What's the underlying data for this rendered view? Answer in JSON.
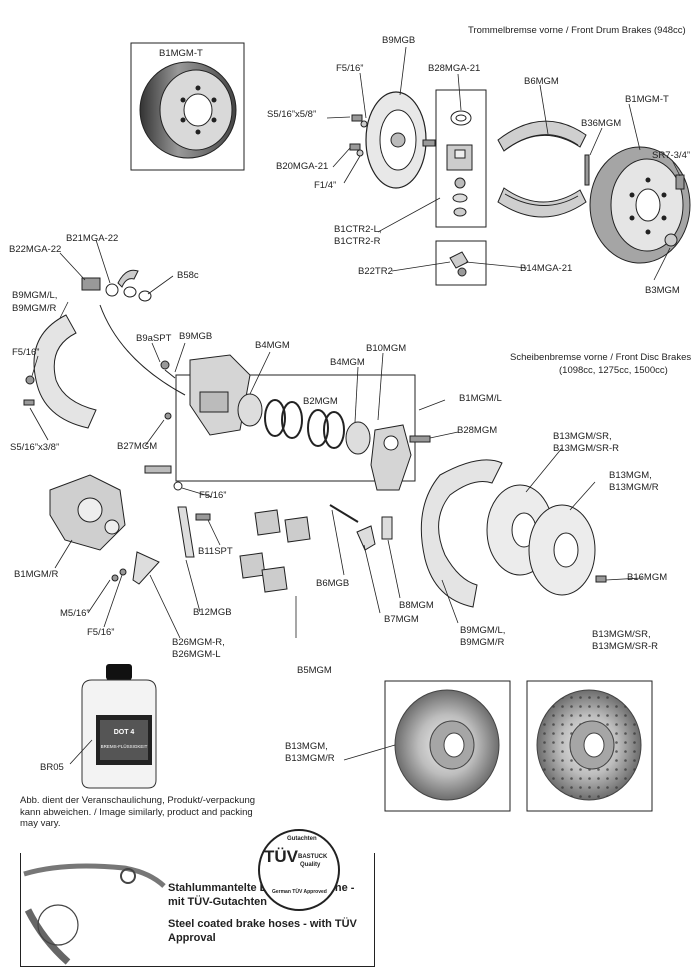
{
  "headers": {
    "drum": "Trommelbremse vorne / Front Drum Brakes (948cc)",
    "disc_1": "Scheibenbremse vorne / Front Disc Brakes",
    "disc_2": "(1098cc, 1275cc, 1500cc)"
  },
  "labels": {
    "b1mgmt_box": "B1MGM-T",
    "b9mgb_top": "B9MGB",
    "f5_16_top": "F5/16”",
    "b28mga21": "B28MGA-21",
    "b6mgm": "B6MGM",
    "b1mgmt_drum": "B1MGM-T",
    "s5_16x5_8": "S5/16”x5/8”",
    "b36mgm": "B36MGM",
    "sr7_3_4": "SR7-3/4”",
    "b20mga21": "B20MGA-21",
    "f1_4": "F1/4”",
    "b1ctr2_l": "B1CTR2-L,",
    "b1ctr2_r": "B1CTR2-R",
    "b22tr2": "B22TR2",
    "b14mga21": "B14MGA-21",
    "b3mgm": "B3MGM",
    "b22mga22": "B22MGA-22",
    "b21mga22": "B21MGA-22",
    "b58c": "B58c",
    "b9mgm_l": "B9MGM/L,",
    "b9mgm_r": "B9MGM/R",
    "b9aspt": "B9aSPT",
    "b9mgb_mid": "B9MGB",
    "b4mgm_a": "B4MGM",
    "b10mgm": "B10MGM",
    "b4mgm_b": "B4MGM",
    "f5_16_left": "F5/16”",
    "b2mgm": "B2MGM",
    "b1mgm_l": "B1MGM/L",
    "s5_16x3_8": "S5/16”x3/8”",
    "b28mgm": "B28MGM",
    "b27mgm": "B27MGM",
    "b13mgm_sr": "B13MGM/SR,",
    "b13mgm_sr_r": "B13MGM/SR-R",
    "f5_16_mid": "F5/16”",
    "b13mgm_a": "B13MGM,",
    "b13mgm_r_a": "B13MGM/R",
    "b11spt": "B11SPT",
    "b1mgm_r": "B1MGM/R",
    "b16mgm": "B16MGM",
    "b6mgb": "B6MGB",
    "m5_16": "M5/16”",
    "b8mgm": "B8MGM",
    "b12mgb": "B12MGB",
    "b7mgm": "B7MGM",
    "f5_16_low": "F5/16”",
    "b9mgm_l2": "B9MGM/L,",
    "b9mgm_r2": "B9MGM/R",
    "b26mgm_r": "B26MGM-R,",
    "b26mgm_l": "B26MGM-L",
    "b13mgm_sr_2": "B13MGM/SR,",
    "b13mgm_sr_r_2": "B13MGM/SR-R",
    "b5mgm": "B5MGM",
    "b13mgm_b": "B13MGM,",
    "b13mgm_r_b": "B13MGM/R",
    "br05": "BR05"
  },
  "note": "Abb. dient der Veranschaulichung, Produkt/-verpackung kann abweichen. / Image similarly, product and packing may vary.",
  "hoses": {
    "de_1": "Stahlummantelte Bremsschläuche -",
    "de_2": "mit TÜV-Gutachten",
    "en_1": "Steel coated brake hoses - with TÜV",
    "en_2": "Approval"
  },
  "tuv_seal": {
    "word": "TÜV",
    "arc_top": "Gutachten",
    "brand": "BASTUCK",
    "quality": "Quality",
    "arc_bottom": "German TÜV Approved"
  },
  "bottle": {
    "dot": "DOT 4",
    "brand": "BREMS-FLÜSSIGKEIT"
  }
}
